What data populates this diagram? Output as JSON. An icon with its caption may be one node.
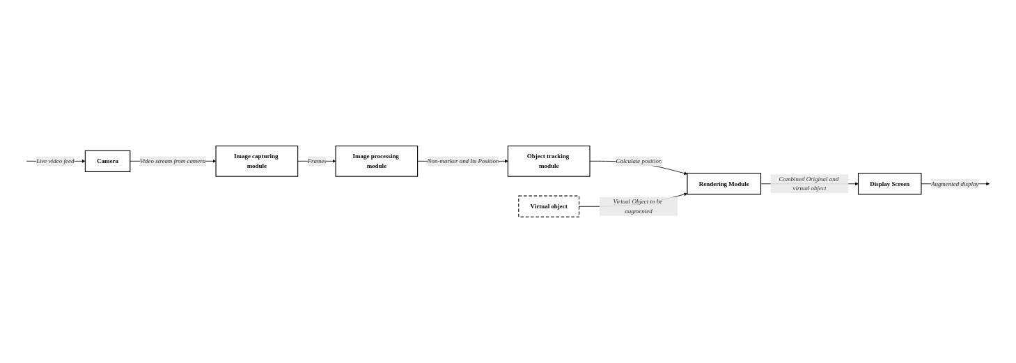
{
  "diagram": {
    "nodes": [
      {
        "text": [
          "Camera"
        ]
      },
      {
        "text": [
          "Image capturing module"
        ]
      },
      {
        "text": [
          "Image processing module"
        ]
      },
      {
        "text": [
          "Object tracking module"
        ]
      },
      {
        "text": [
          "Rendering Module"
        ]
      },
      {
        "text": [
          "Display Screen"
        ]
      },
      {
        "text": [
          "Virtual object"
        ]
      }
    ],
    "edges": [
      {
        "from": null,
        "to": 0,
        "arrow": "to",
        "label": "Live video feed"
      },
      {
        "from": 0,
        "to": 1,
        "arrow": "to",
        "label": "Video stream from camera"
      },
      {
        "from": 1,
        "to": 2,
        "arrow": "to",
        "label": "Frames"
      },
      {
        "from": 2,
        "to": 3,
        "arrow": "to",
        "label": "Non-marker and Its Position"
      },
      {
        "from": 3,
        "to": 4,
        "arrow": "to",
        "label": "Calculate position"
      },
      {
        "from": 4,
        "to": 5,
        "arrow": "to",
        "label": "Combined Original and virtual object"
      },
      {
        "from": 5,
        "to": null,
        "arrow": "to",
        "label": "Augmented display"
      },
      {
        "from": 6,
        "to": 4,
        "arrow": "to",
        "label": "Virtual Object to be augmented"
      }
    ]
  }
}
